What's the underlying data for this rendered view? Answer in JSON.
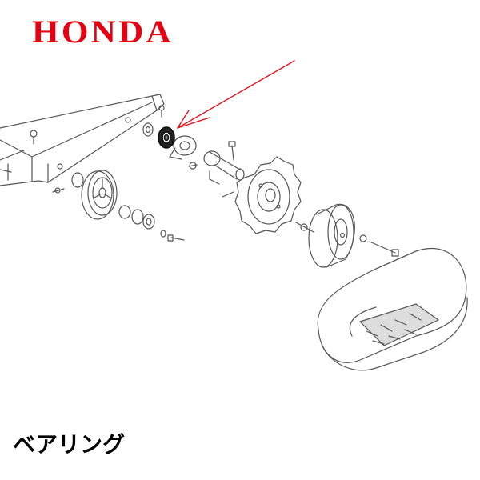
{
  "brand": {
    "name": "HONDA",
    "color": "#e60012"
  },
  "caption": {
    "text": "ベアリング"
  },
  "callout": {
    "color": "#e0141e",
    "target": "bearing"
  },
  "parts": [
    "frame",
    "roller-wheel",
    "bearing",
    "sprocket",
    "drive-hub",
    "crawler-track"
  ]
}
